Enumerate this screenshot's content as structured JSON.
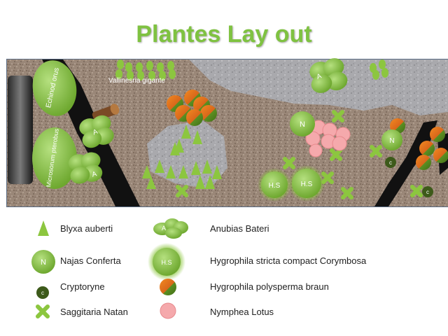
{
  "title": "Plantes Lay out",
  "colors": {
    "title_green": "#7fc241",
    "gravel": "#9a8778",
    "stone": "#a9a9ad",
    "driftwood": "#111111",
    "plant_green": "#8cc63f",
    "plant_light": "#a9d86e",
    "cryptoryne": "#3d5a1a",
    "orange": "#e2771f",
    "lotus_pink": "#f5a9ac"
  },
  "layout_labels": {
    "echinodorus": "Echinod orus",
    "microsorum": "Microsorum pterobus",
    "vallisneria": "Vallinesria gigante",
    "anubias_mark": "A",
    "najas_mark": "N",
    "hygrophila_stricta_mark": "H.S",
    "cryptoryne_mark": "c"
  },
  "legend": [
    {
      "icon": "blyxa-icon",
      "label": "Blyxa auberti"
    },
    {
      "icon": "najas-icon",
      "label": "Najas Conferta",
      "mark": "N"
    },
    {
      "icon": "cryptoryne-icon",
      "label": "Cryptoryne",
      "mark": "c"
    },
    {
      "icon": "saggitaria-icon",
      "label": "Saggitaria Natan"
    },
    {
      "icon": "anubias-icon",
      "label": "Anubias Bateri",
      "mark": "A"
    },
    {
      "icon": "hygrophila-stricta-icon",
      "label": "Hygrophila stricta compact Corymbosa",
      "mark": "H.S"
    },
    {
      "icon": "hygrophila-polysperma-icon",
      "label": "Hygrophila polysperma braun"
    },
    {
      "icon": "nymphea-icon",
      "label": "Nymphea Lotus"
    }
  ]
}
